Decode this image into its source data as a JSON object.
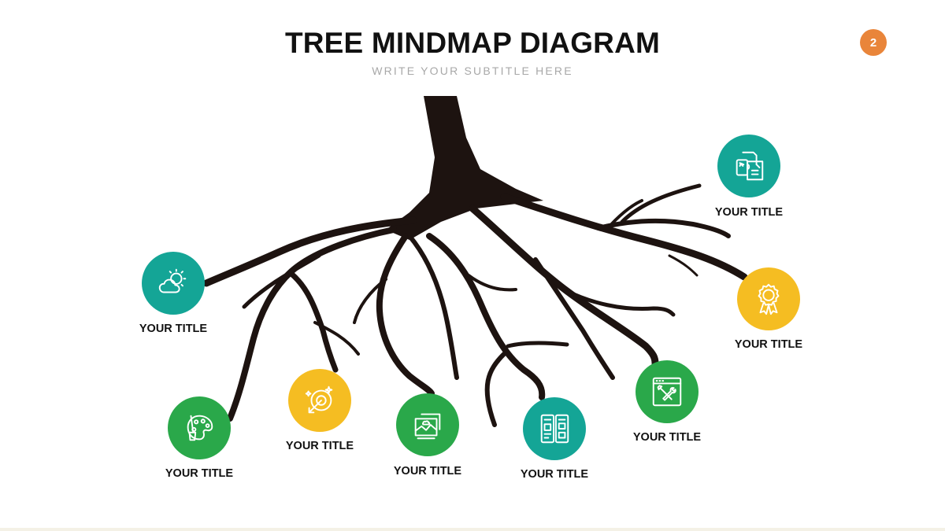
{
  "header": {
    "title": "TREE MINDMAP DIAGRAM",
    "subtitle": "WRITE YOUR SUBTITLE HERE",
    "page_number": "2"
  },
  "colors": {
    "teal": "#14a596",
    "green": "#2aa84a",
    "yellow": "#f5bd22",
    "orange": "#e9853a",
    "root": "#1d1310"
  },
  "nodes": [
    {
      "label": "YOUR TITLE",
      "icon": "weather-icon",
      "color": "#14a596"
    },
    {
      "label": "YOUR TITLE",
      "icon": "palette-icon",
      "color": "#2aa84a"
    },
    {
      "label": "YOUR TITLE",
      "icon": "target-icon",
      "color": "#f5bd22"
    },
    {
      "label": "YOUR TITLE",
      "icon": "gallery-icon",
      "color": "#2aa84a"
    },
    {
      "label": "YOUR TITLE",
      "icon": "mobile-layout-icon",
      "color": "#14a596"
    },
    {
      "label": "YOUR TITLE",
      "icon": "tools-icon",
      "color": "#2aa84a"
    },
    {
      "label": "YOUR TITLE",
      "icon": "award-icon",
      "color": "#f5bd22"
    },
    {
      "label": "YOUR TITLE",
      "icon": "stationery-icon",
      "color": "#14a596"
    }
  ]
}
